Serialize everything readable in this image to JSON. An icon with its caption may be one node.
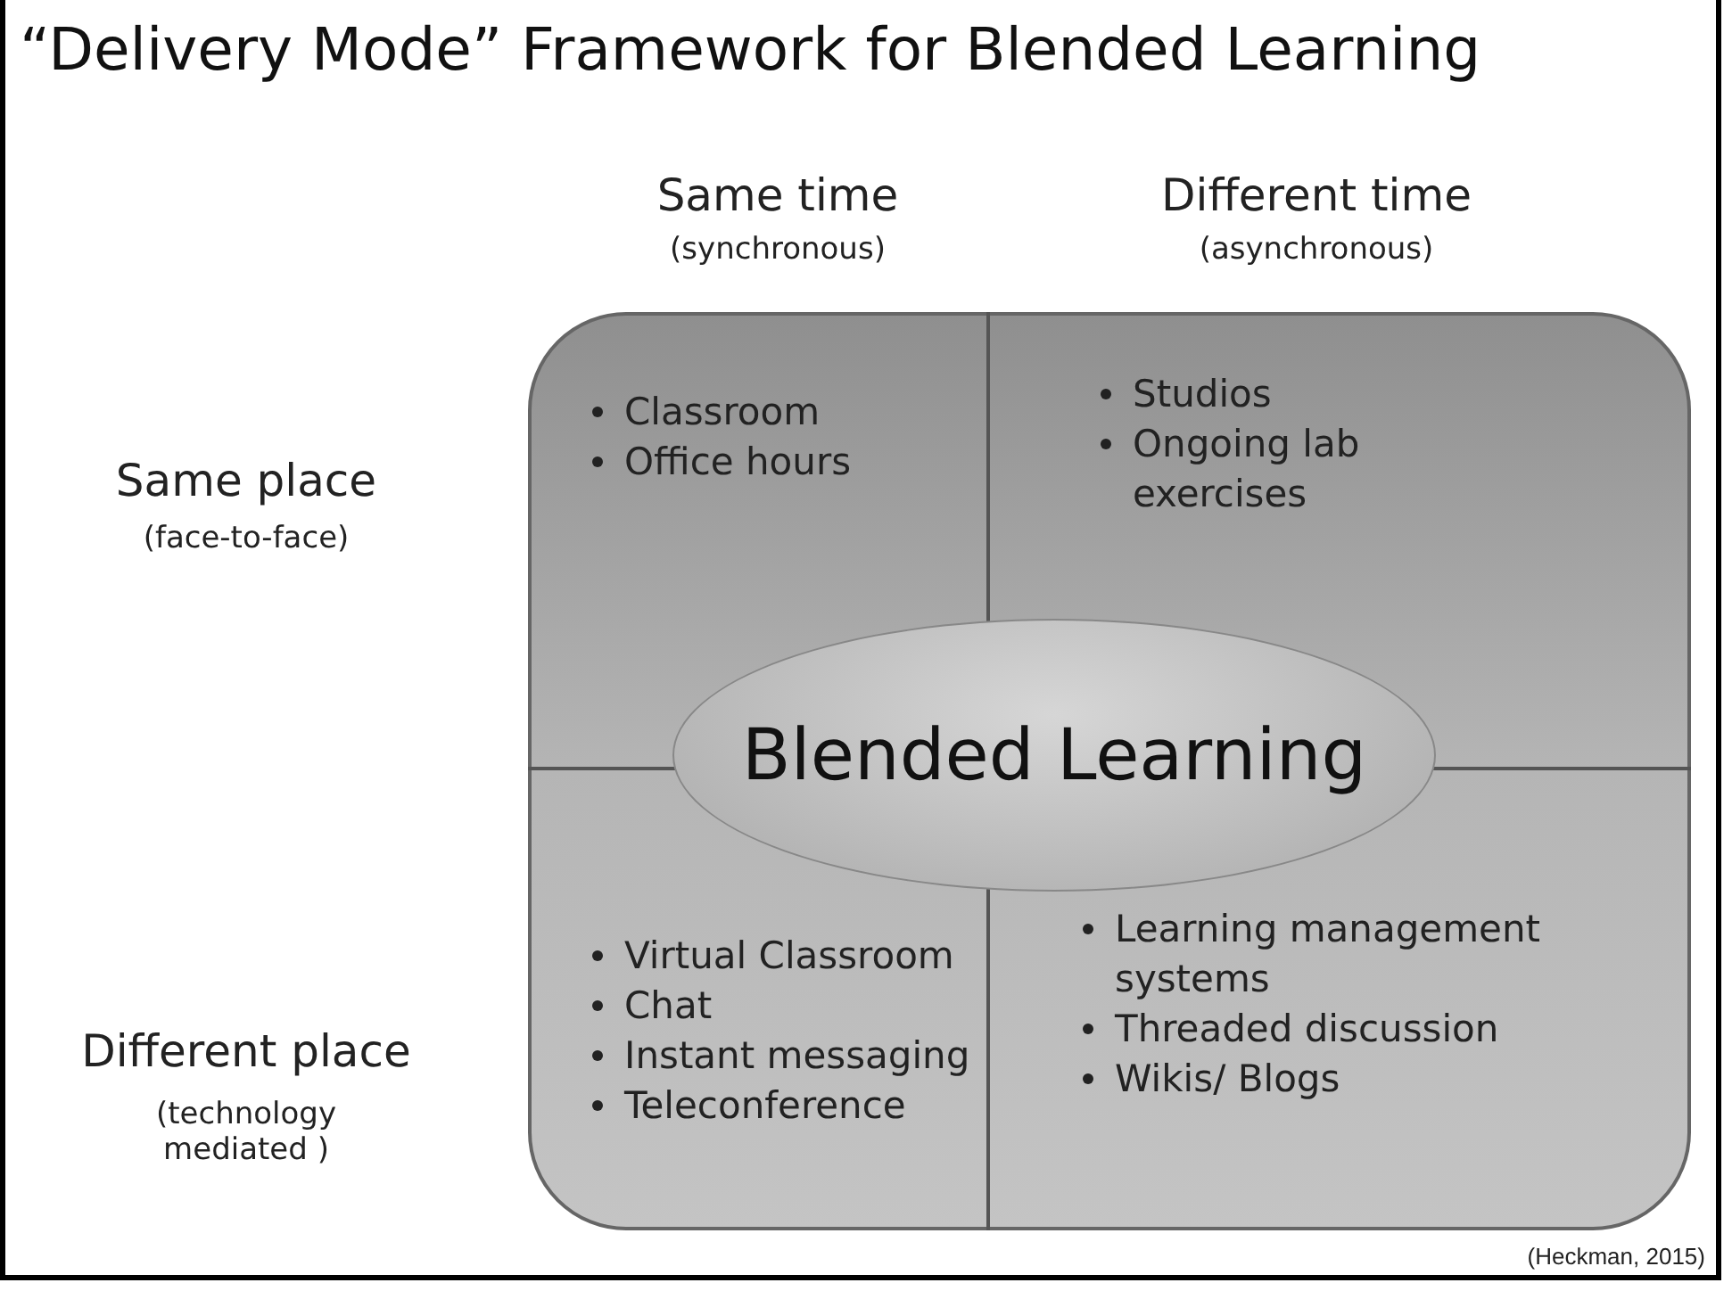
{
  "diagram": {
    "title": "“Delivery Mode” Framework for Blended Learning",
    "caption": "(Heckman, 2015)",
    "nodes": [
      {
        "text": [],
        "shape": "box"
      },
      {
        "text": [
          "Classroom",
          "Office hours"
        ],
        "in": 0
      },
      {
        "text": [
          "Studios",
          "Ongoing lab exercises"
        ],
        "in": 0
      },
      {
        "text": [
          "Blended Learning"
        ],
        "in": 0
      },
      {
        "text": [
          "Virtual Classroom",
          "Chat",
          "Instant messaging",
          "Teleconference"
        ],
        "in": 0
      },
      {
        "text": [
          "Learning management systems",
          "Threaded discussion",
          "Wikis/ Blogs"
        ],
        "in": 0
      }
    ],
    "edges": [],
    "labels": [
      "Same time",
      "(synchronous)",
      "Different time",
      "(asynchronous)",
      "Same place",
      "(face-to-face)",
      "Different place",
      "(technology mediated )"
    ]
  }
}
